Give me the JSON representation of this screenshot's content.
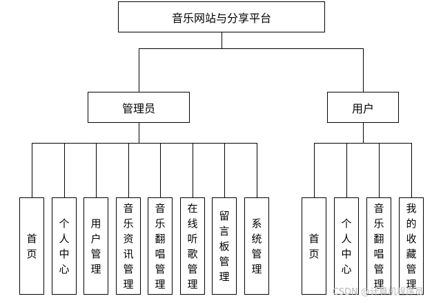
{
  "root": {
    "label": "音乐网站与分享平台"
  },
  "groups": [
    {
      "label": "管理员",
      "children": [
        "首页",
        "个人中心",
        "用户管理",
        "音乐资讯管理",
        "音乐翻唱管理",
        "在线听歌管理",
        "留言板管理",
        "系统管理"
      ]
    },
    {
      "label": "用户",
      "children": [
        "首页",
        "个人中心",
        "音乐翻唱管理",
        "我的收藏管理"
      ]
    }
  ],
  "watermark": "CSDN @计算机程序员"
}
